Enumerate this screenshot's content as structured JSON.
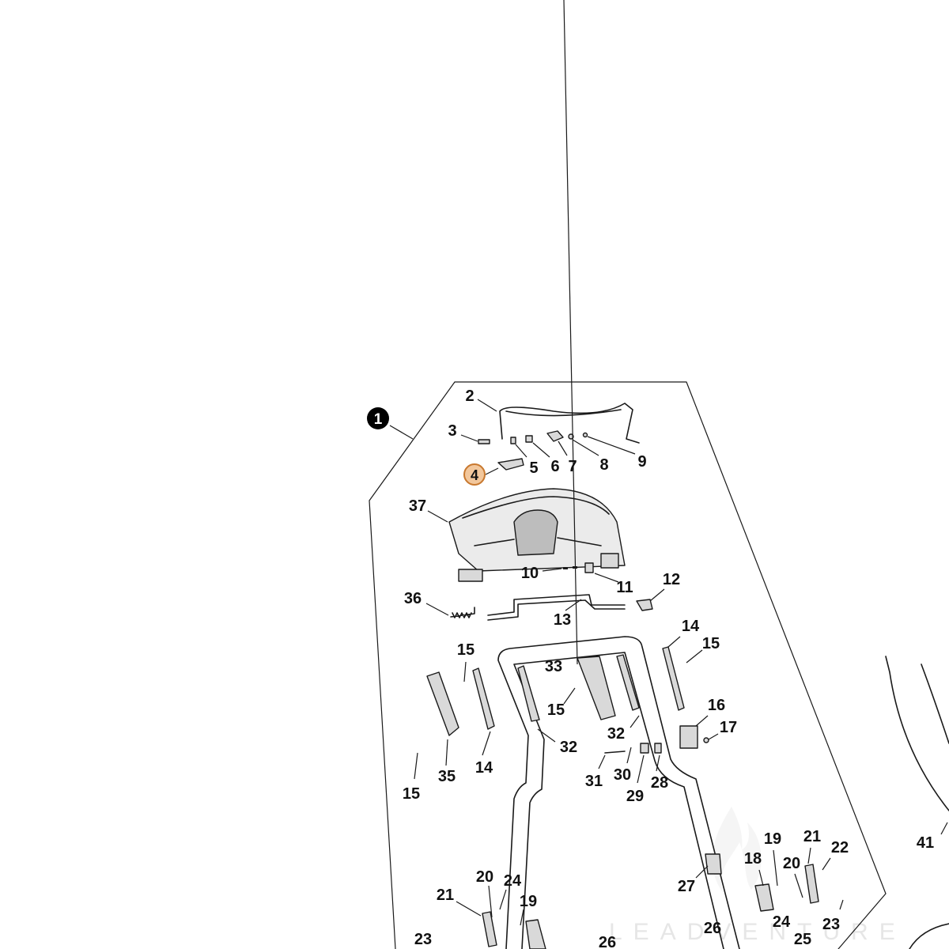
{
  "diagram": {
    "main_callout": "1",
    "highlighted_callout": "4",
    "highlight_color": "#f2c79c",
    "highlight_stroke": "#c8782e",
    "watermark": "LEADVENTURE",
    "callouts": [
      "2",
      "3",
      "4",
      "5",
      "6",
      "7",
      "8",
      "9",
      "37",
      "10",
      "11",
      "12",
      "36",
      "13",
      "14",
      "15",
      "15",
      "15",
      "15",
      "16",
      "17",
      "33",
      "32",
      "32",
      "35",
      "14",
      "31",
      "30",
      "29",
      "28",
      "19",
      "21",
      "22",
      "18",
      "20",
      "27",
      "24",
      "23",
      "20",
      "24",
      "21",
      "19",
      "23",
      "26",
      "26",
      "25",
      "41"
    ]
  }
}
